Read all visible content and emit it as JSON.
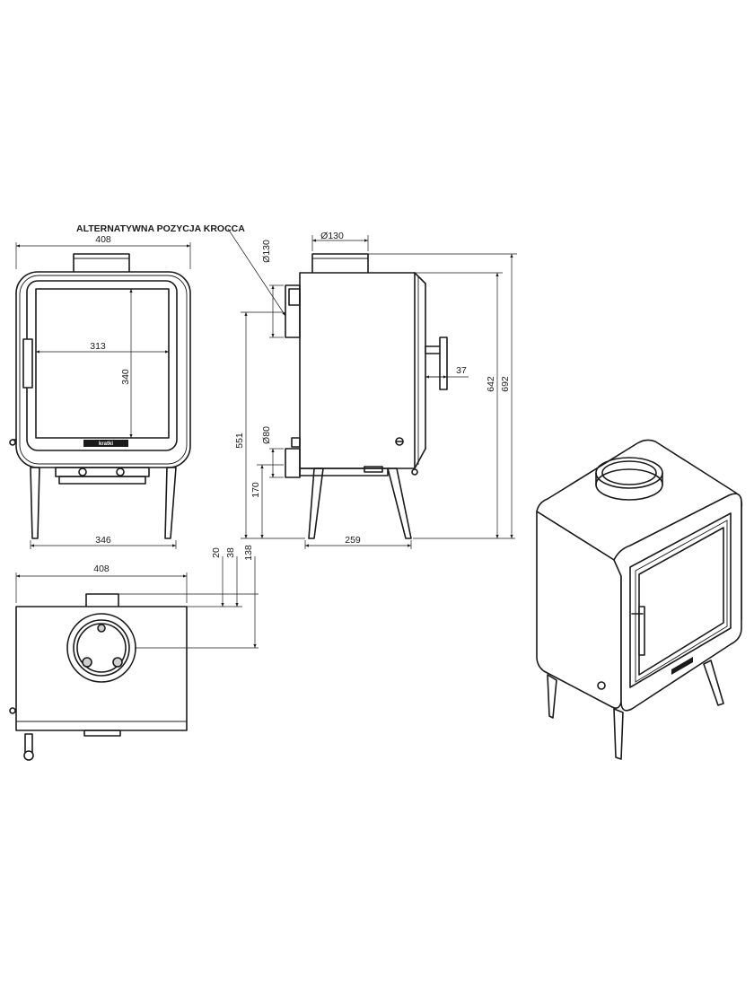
{
  "annotation": "ALTERNATYWNA POZYCJA KROCCA",
  "brand": "kratki",
  "front_view": {
    "width": "408",
    "glass_width": "313",
    "glass_height": "340",
    "leg_span": "346"
  },
  "side_view": {
    "flue_top": "Ø130",
    "flue_back": "Ø130",
    "air_inlet": "Ø80",
    "handle_offset": "37",
    "rear_flue_height": "551",
    "air_inlet_height": "170",
    "leg_depth": "259",
    "body_height": "642",
    "total_height": "692"
  },
  "top_view": {
    "width": "408",
    "offset_20": "20",
    "offset_38": "38",
    "offset_138": "138"
  },
  "colors": {
    "line": "#1a1a1a",
    "background": "#ffffff"
  }
}
